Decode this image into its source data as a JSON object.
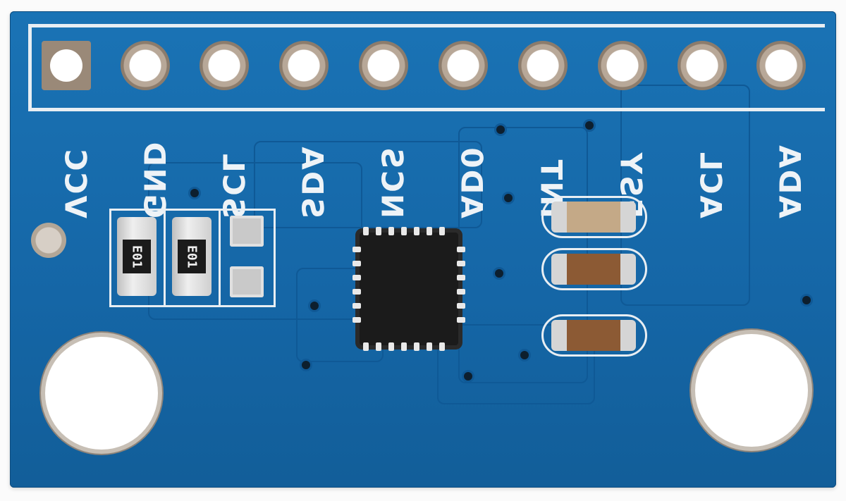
{
  "board": {
    "pin_labels": [
      "VCC",
      "GND",
      "SCL",
      "SDA",
      "NCS",
      "AD0",
      "INT",
      "FSY",
      "ACL",
      "ADA"
    ],
    "resistor_1_marking": "E01",
    "resistor_2_marking": "E01"
  }
}
